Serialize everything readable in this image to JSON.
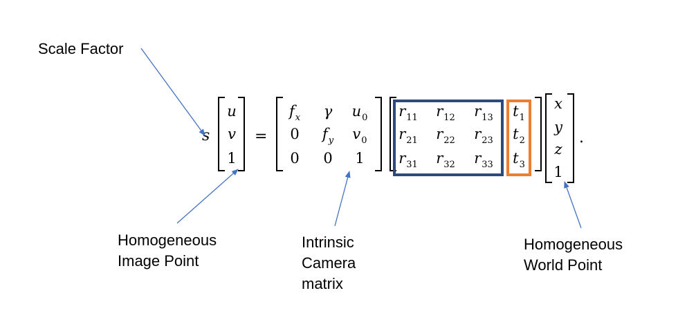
{
  "labels": {
    "scale_factor": "Scale Factor",
    "image_point": [
      "Homogeneous",
      "Image Point"
    ],
    "intrinsic": [
      "Intrinsic",
      "Camera",
      "matrix"
    ],
    "world_point": [
      "Homogeneous",
      "World Point"
    ]
  },
  "equation": {
    "scale": "s",
    "equals": "=",
    "period": ".",
    "image_vector": [
      "u",
      "v",
      "1"
    ],
    "intrinsic_matrix": [
      [
        {
          "b": "f",
          "s": "x"
        },
        {
          "b": "γ",
          "s": ""
        },
        {
          "b": "u",
          "s": "0"
        }
      ],
      [
        {
          "b": "0",
          "s": ""
        },
        {
          "b": "f",
          "s": "y"
        },
        {
          "b": "v",
          "s": "0"
        }
      ],
      [
        {
          "b": "0",
          "s": ""
        },
        {
          "b": "0",
          "s": ""
        },
        {
          "b": "1",
          "s": ""
        }
      ]
    ],
    "rotation": [
      [
        {
          "b": "r",
          "s": "11"
        },
        {
          "b": "r",
          "s": "12"
        },
        {
          "b": "r",
          "s": "13"
        }
      ],
      [
        {
          "b": "r",
          "s": "21"
        },
        {
          "b": "r",
          "s": "22"
        },
        {
          "b": "r",
          "s": "23"
        }
      ],
      [
        {
          "b": "r",
          "s": "31"
        },
        {
          "b": "r",
          "s": "32"
        },
        {
          "b": "r",
          "s": "33"
        }
      ]
    ],
    "translation": [
      {
        "b": "t",
        "s": "1"
      },
      {
        "b": "t",
        "s": "2"
      },
      {
        "b": "t",
        "s": "3"
      }
    ],
    "world_vector": [
      "x",
      "y",
      "z",
      "1"
    ]
  },
  "colors": {
    "rotation_box": "#2e4a7d",
    "translation_box": "#ed7d31",
    "arrow": "#4472c4"
  }
}
